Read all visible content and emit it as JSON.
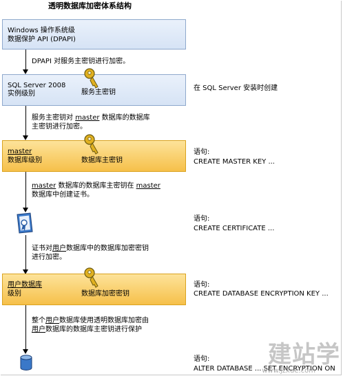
{
  "title": "透明数据库加密体系结构",
  "boxes": {
    "windows": {
      "line1": "Windows 操作系统级",
      "line2": "数据保护 API (DPAPI)"
    },
    "sqlserver": {
      "line1": "SQL Server 2008",
      "line2": "实例级别",
      "key_label": "服务主密钥"
    },
    "master": {
      "line1": "master",
      "line2": "数据库级别",
      "key_label": "数据库主密钥"
    },
    "user": {
      "line1": "用户数据库",
      "line2": "级别",
      "key_label": "数据库加密密钥"
    }
  },
  "connectors": {
    "c1": {
      "line1": "DPAPI 对服务主密钥进行加密。"
    },
    "c2": {
      "line1a": "服务主密钥对 ",
      "line1b": "master",
      "line1c": " 数据库的数据库",
      "line2": "主密钥进行加密。"
    },
    "c3": {
      "line1a": "master",
      "line1b": " 数据库的数据库主密钥在 ",
      "line1c": "master",
      "line2": "数据库中创建证书。"
    },
    "c4": {
      "line1a": "证书对",
      "line1b": "用户",
      "line1c": "数据库中的数据库加密密钥",
      "line2": "进行加密。"
    },
    "c5": {
      "line1a": "整个",
      "line1b": "用户",
      "line1c": "数据库使用透明数据库加密由",
      "line2a": "用户",
      "line2b": "数据库的数据库主密钥进行保护"
    }
  },
  "notes": {
    "sqlserver": "在 SQL Server 安装时创建",
    "master_label": "语句:",
    "master_stmt": "CREATE MASTER KEY ...",
    "cert_label": "语句:",
    "cert_stmt": "CREATE CERTIFICATE ...",
    "dek_label": "语句:",
    "dek_stmt": "CREATE DATABASE ENCRYPTION KEY ...",
    "alter_label": "语句:",
    "alter_stmt": "ALTER DATABASE ... SET ENCRYPTION ON"
  },
  "watermark": {
    "brand": "建站学",
    "url": "www.jzxue.com"
  },
  "colors": {
    "blue_box": "#d6e3f5",
    "gold_box": "#f6c04a",
    "key": "#e0b020"
  }
}
